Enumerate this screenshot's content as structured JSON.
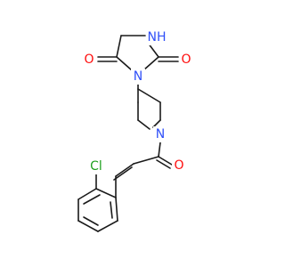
{
  "colors": {
    "bond": "#1a1a1a",
    "oxygen": "#ff0d0d",
    "nitrogen": "#3050f8",
    "chlorine": "#1fa01f",
    "background": "#ffffff"
  },
  "atoms": {
    "nh": "NH",
    "n_imide": "N",
    "n_piperidine": "N",
    "o_c4": "O",
    "o_c2": "O",
    "o_amide": "O",
    "cl": "Cl"
  }
}
